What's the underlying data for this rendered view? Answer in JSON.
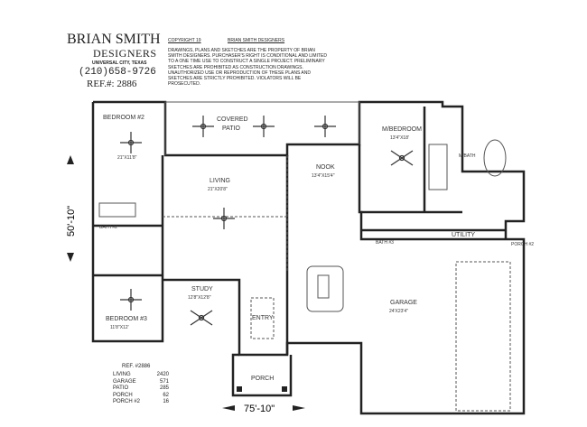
{
  "header": {
    "company": "BRIAN SMITH",
    "subtitle": "DESIGNERS",
    "city": "UNIVERSAL CITY, TEXAS",
    "phone": "(210)658-9726",
    "ref": "REF.#:  2886",
    "copyright": "COPYRIGHT 19",
    "copyright_holder": "BRIAN SMITH DESIGNERS",
    "legal": "DRAWINGS, PLANS AND SKETCHES ARE THE PROPERTY OF BRIAN SMITH DESIGNERS. PURCHASER'S RIGHT IS CONDITIONAL AND LIMITED TO A ONE TIME USE TO CONSTRUCT A SINGLE PROJECT. PRELIMINARY SKETCHES ARE PROHIBITED AS CONSTRUCTION DRAWINGS. UNAUTHORIZED USE OR REPRODUCTION OF THESE PLANS AND SKETCHES ARE STRICTLY PROHIBITED. VIOLATORS WILL BE PROSECUTED."
  },
  "rooms": {
    "bedroom2": {
      "name": "BEDROOM #2",
      "size": "21\"X11'8\""
    },
    "patio": {
      "name": "COVERED",
      "name2": "PATIO"
    },
    "living": {
      "name": "LIVING",
      "size": "21\"X20'8\""
    },
    "nook": {
      "name": "NOOK",
      "size": "13'4\"X15'4\""
    },
    "mbed": {
      "name": "M/BEDROOM",
      "size": "13'4\"X18'"
    },
    "mbath": {
      "name": "M/BATH"
    },
    "bath2": {
      "name": "BATH #2"
    },
    "bath3": {
      "name": "BATH #3"
    },
    "utility": {
      "name": "UTILITY"
    },
    "porch2": {
      "name": "PORCH #2"
    },
    "study": {
      "name": "STUDY",
      "size": "12'8\"X12'8\""
    },
    "entry": {
      "name": "ENTRY"
    },
    "bedroom3": {
      "name": "BEDROOM #3",
      "size": "11'8\"X12'"
    },
    "garage": {
      "name": "GARAGE",
      "size": "24'X23'4\""
    },
    "porch": {
      "name": "PORCH"
    }
  },
  "dimensions": {
    "depth": "50'-10\"",
    "width": "75'-10\""
  },
  "summary": {
    "ref": "REF.  #2886",
    "rows": [
      {
        "label": "LIVING",
        "value": "2420"
      },
      {
        "label": "GARAGE",
        "value": "571"
      },
      {
        "label": "PATIO",
        "value": "285"
      },
      {
        "label": "PORCH",
        "value": "62"
      },
      {
        "label": "PORCH  #2",
        "value": "16"
      }
    ]
  }
}
